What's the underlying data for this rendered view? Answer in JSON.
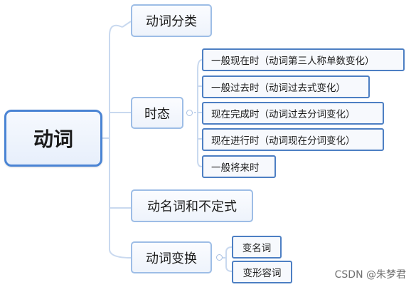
{
  "root": {
    "label": "动词"
  },
  "branches": [
    {
      "label": "动词分类",
      "children": []
    },
    {
      "label": "时态",
      "children": [
        "一般现在时（动词第三人称单数变化）",
        "一般过去时（动词过去式变化）",
        "现在完成时（动词过去分词变化）",
        "现在进行时（动词现在分词变化）",
        "一般将来时"
      ]
    },
    {
      "label": "动名词和不定式",
      "children": []
    },
    {
      "label": "动词变换",
      "children": [
        "变名词",
        "变形容词"
      ]
    }
  ],
  "watermark": "CSDN @朱梦君",
  "colors": {
    "root_border": "#4a84d4",
    "branch_border": "#9dbde6",
    "leaf_border": "#4d7fc3",
    "connector": "#c9d9ef"
  }
}
